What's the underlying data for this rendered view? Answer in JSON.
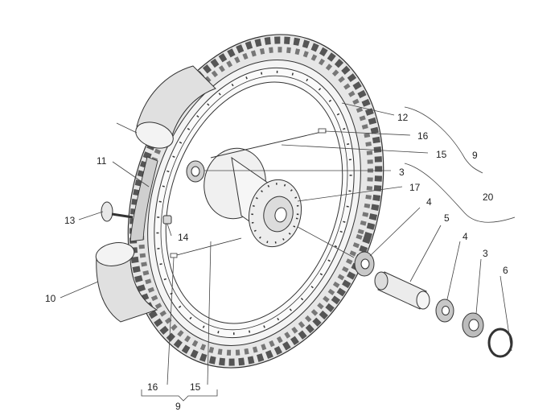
{
  "labels": {
    "l1": "12",
    "l2": "16",
    "l3": "15",
    "l4": "9",
    "l5": "3",
    "l6": "17",
    "l7": "20",
    "l8": "4",
    "l9": "5",
    "l10": "4",
    "l11": "3",
    "l12": "6",
    "l13": "11",
    "l14": "13",
    "l15": "14",
    "l16": "10",
    "l17": "16",
    "l18": "15",
    "l19": "9"
  }
}
